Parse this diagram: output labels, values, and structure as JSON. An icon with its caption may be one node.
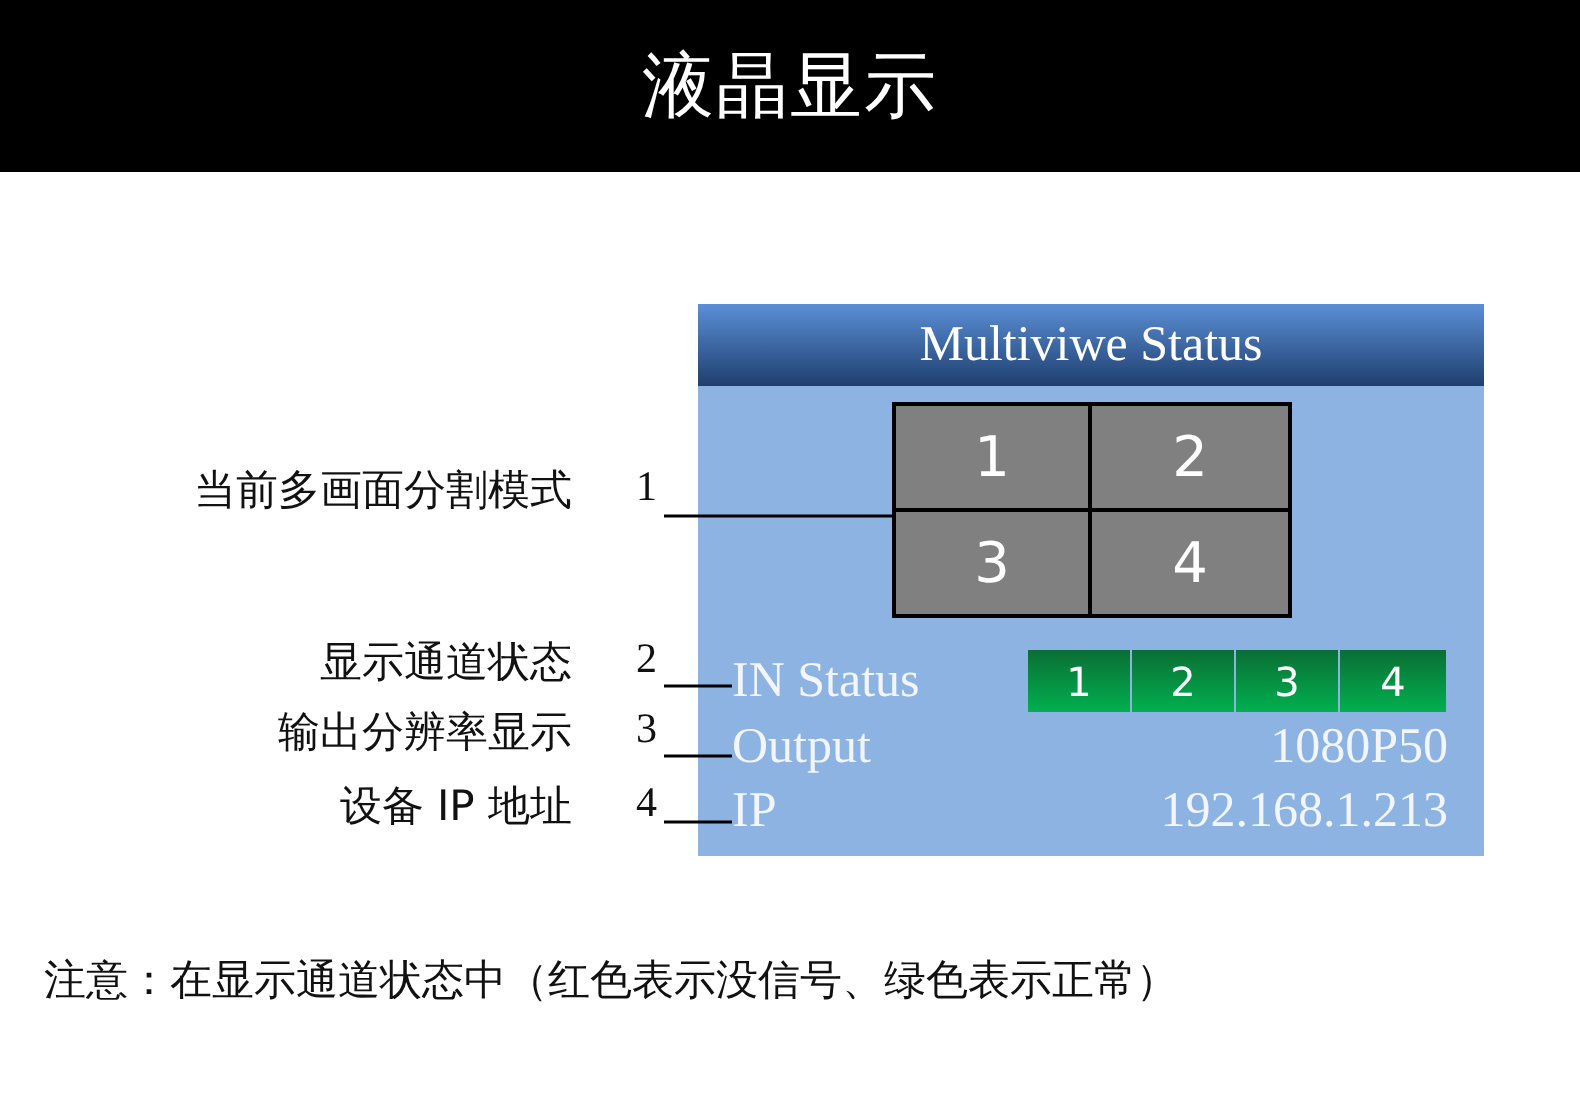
{
  "diagram": {
    "title": "液晶显示",
    "caption": "注意：在显示通道状态中（红色表示没信号、绿色表示正常）",
    "nodes": [
      {
        "text": [
          "Multiviwe Status"
        ]
      },
      {
        "text": [],
        "shape": "box",
        "in": 0
      },
      {
        "text": [
          "1"
        ],
        "in": 1
      },
      {
        "text": [
          "2"
        ],
        "in": 1
      },
      {
        "text": [
          "3"
        ],
        "in": 1
      },
      {
        "text": [
          "4"
        ],
        "in": 1
      },
      {
        "text": [
          "IN Status"
        ],
        "in": 0
      },
      {
        "text": [
          "1"
        ],
        "in": 0
      },
      {
        "text": [
          "2"
        ],
        "in": 0
      },
      {
        "text": [
          "3"
        ],
        "in": 0
      },
      {
        "text": [
          "4"
        ],
        "in": 0
      },
      {
        "text": [
          "Output"
        ],
        "in": 0
      },
      {
        "text": [
          "1080P50"
        ],
        "in": 0
      },
      {
        "text": [
          "IP"
        ],
        "in": 0
      },
      {
        "text": [
          "192.168.1.213"
        ],
        "in": 0
      },
      {
        "text": [
          "当前多画面分割模式",
          "1"
        ]
      },
      {
        "text": [
          "显示通道状态",
          "2"
        ]
      },
      {
        "text": [
          "输出分辨率显示",
          "3"
        ]
      },
      {
        "text": [
          "设备 IP 地址",
          "4"
        ]
      }
    ],
    "edges": [
      {
        "from": 15,
        "to": 1,
        "arrow": "none"
      },
      {
        "from": 16,
        "to": 6,
        "arrow": "none"
      },
      {
        "from": 17,
        "to": 11,
        "arrow": "none"
      },
      {
        "from": 18,
        "to": 13,
        "arrow": "none"
      }
    ]
  }
}
